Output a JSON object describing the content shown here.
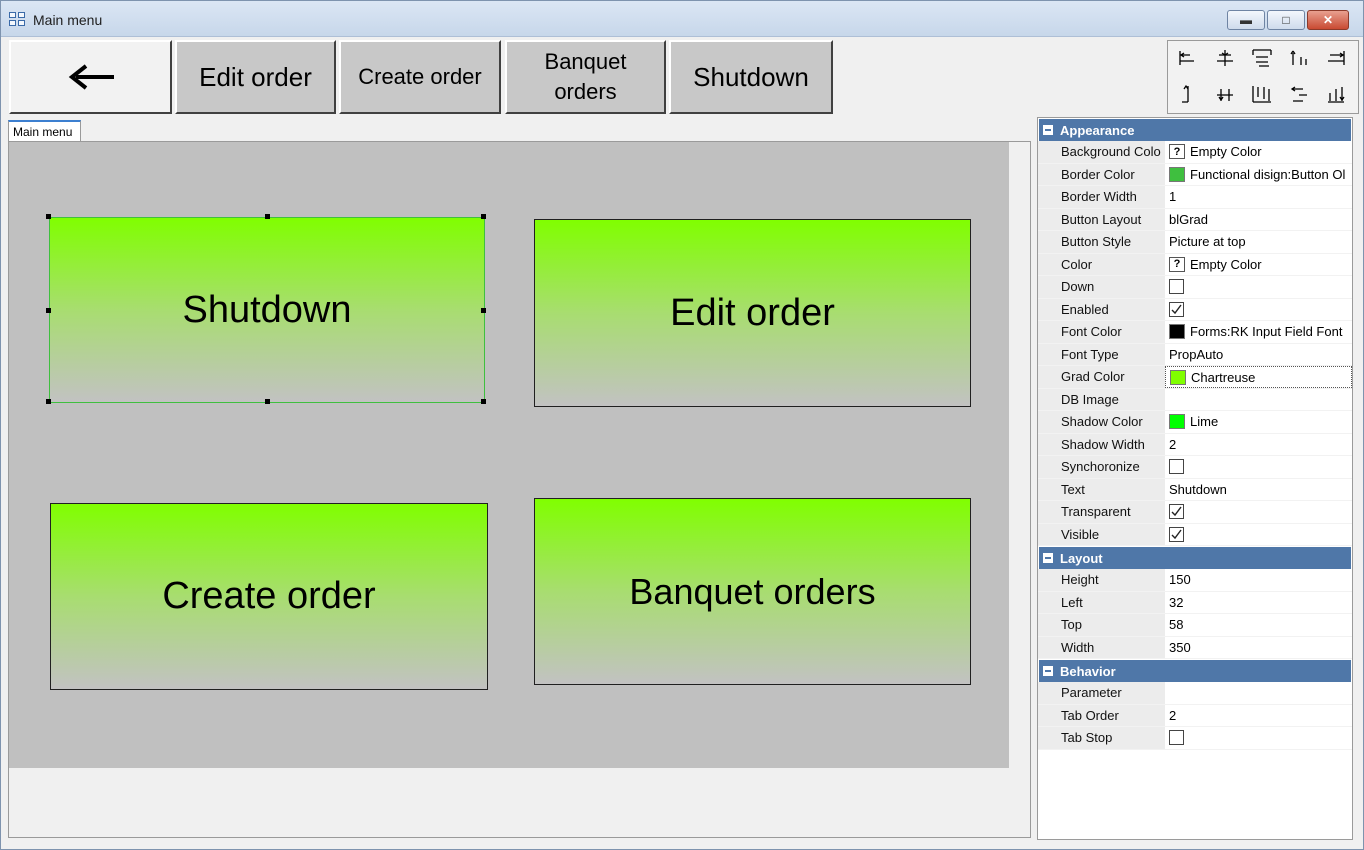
{
  "window": {
    "title": "Main menu"
  },
  "toolbar": {
    "back_icon": "left-arrow-icon",
    "buttons": [
      "Edit order",
      "Create order",
      "Banquet\norders",
      "Shutdown"
    ]
  },
  "tab": {
    "label": "Main menu"
  },
  "canvas_buttons": [
    "Shutdown",
    "Edit order",
    "Create order",
    "Banquet orders"
  ],
  "colors": {
    "grad_top": "#80FF00",
    "grad_bottom": "#C2C2C2",
    "category_header": "#4F77A8",
    "canvas_bg": "#C0C0C0"
  },
  "properties": {
    "appearance": {
      "header": "Appearance",
      "rows": [
        {
          "name": "Background Colo",
          "value": "Empty Color",
          "kind": "qmark"
        },
        {
          "name": "Border Color",
          "value": "Functional disign:Button Ol",
          "kind": "swatch",
          "color": "#3fbf3f"
        },
        {
          "name": "Border Width",
          "value": "1",
          "kind": "text"
        },
        {
          "name": "Button Layout",
          "value": "blGrad",
          "kind": "text"
        },
        {
          "name": "Button Style",
          "value": "Picture at top",
          "kind": "text"
        },
        {
          "name": "Color",
          "value": "Empty Color",
          "kind": "qmark"
        },
        {
          "name": "Down",
          "value": "",
          "kind": "check",
          "checked": false
        },
        {
          "name": "Enabled",
          "value": "",
          "kind": "check",
          "checked": true
        },
        {
          "name": "Font Color",
          "value": "Forms:RK Input Field Font",
          "kind": "swatch",
          "color": "#000000"
        },
        {
          "name": "Font Type",
          "value": "PropAuto",
          "kind": "text"
        },
        {
          "name": "Grad Color",
          "value": "Chartreuse",
          "kind": "swatch",
          "color": "#80ff00",
          "selected": true
        },
        {
          "name": "DB Image",
          "value": "",
          "kind": "text"
        },
        {
          "name": "Shadow Color",
          "value": "Lime",
          "kind": "swatch",
          "color": "#00ff00"
        },
        {
          "name": "Shadow Width",
          "value": "2",
          "kind": "text"
        },
        {
          "name": "Synchoronize",
          "value": "",
          "kind": "check",
          "checked": false
        },
        {
          "name": "Text",
          "value": "Shutdown",
          "kind": "text"
        },
        {
          "name": "Transparent",
          "value": "",
          "kind": "check",
          "checked": true
        },
        {
          "name": "Visible",
          "value": "",
          "kind": "check",
          "checked": true
        }
      ]
    },
    "layout": {
      "header": "Layout",
      "rows": [
        {
          "name": "Height",
          "value": "150",
          "kind": "text"
        },
        {
          "name": "Left",
          "value": "32",
          "kind": "text"
        },
        {
          "name": "Top",
          "value": "58",
          "kind": "text"
        },
        {
          "name": "Width",
          "value": "350",
          "kind": "text"
        }
      ]
    },
    "behavior": {
      "header": "Behavior",
      "rows": [
        {
          "name": "Parameter",
          "value": "",
          "kind": "text"
        },
        {
          "name": "Tab Order",
          "value": "2",
          "kind": "text"
        },
        {
          "name": "Tab Stop",
          "value": "",
          "kind": "check",
          "checked": false
        }
      ]
    }
  }
}
